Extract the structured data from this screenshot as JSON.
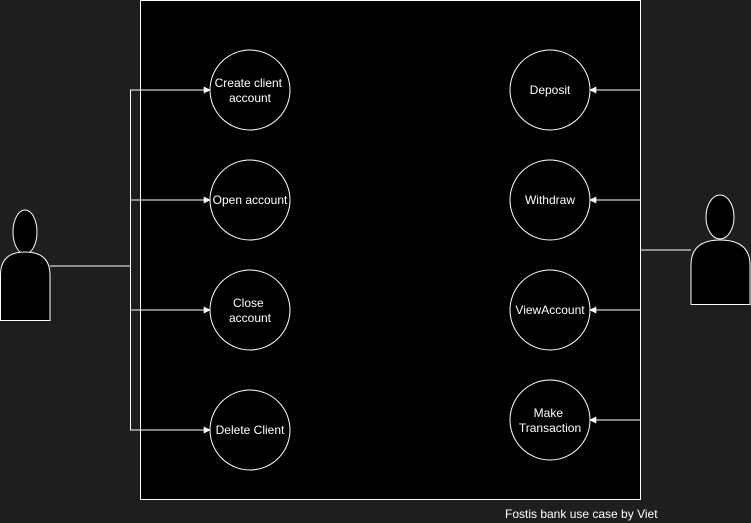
{
  "colors": {
    "background": "#1e1e1e",
    "system_fill": "#000000",
    "stroke": "#ffffff",
    "text": "#ffffff"
  },
  "use_cases_left": [
    {
      "label_lines": [
        "Create client",
        "account"
      ]
    },
    {
      "label_lines": [
        "Open account"
      ]
    },
    {
      "label_lines": [
        "Close",
        "account"
      ]
    },
    {
      "label_lines": [
        "Delete Client"
      ]
    }
  ],
  "use_cases_right": [
    {
      "label_lines": [
        "Deposit"
      ]
    },
    {
      "label_lines": [
        "Withdraw"
      ]
    },
    {
      "label_lines": [
        "ViewAccount"
      ]
    },
    {
      "label_lines": [
        "Make",
        "Transaction"
      ]
    }
  ],
  "caption": "Fostis bank use case by Viet"
}
